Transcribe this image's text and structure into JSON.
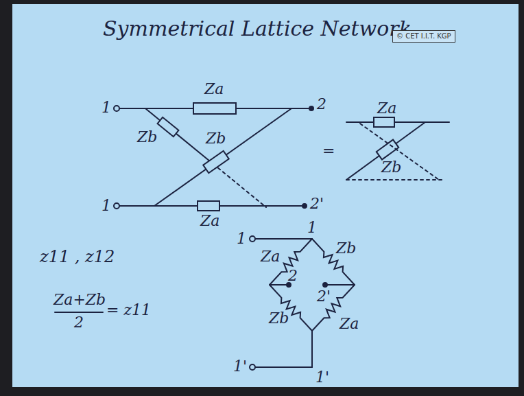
{
  "diagram": {
    "title": "Symmetrical Lattice Network.",
    "nodes": [
      {
        "text": [
          "© CET I.I.T. KGP"
        ]
      }
    ],
    "edges": [],
    "labels": [
      "1",
      "Za",
      "2",
      "Zb",
      "Zb",
      "=",
      "Za",
      "Zb",
      "1",
      "Za",
      "2'",
      "z11 , z12",
      "Za+Zb",
      "2",
      "= z11",
      "1",
      "1",
      "Za",
      "Zb",
      "2",
      "2'",
      "Zb",
      "Za",
      "1'",
      "1'"
    ]
  }
}
